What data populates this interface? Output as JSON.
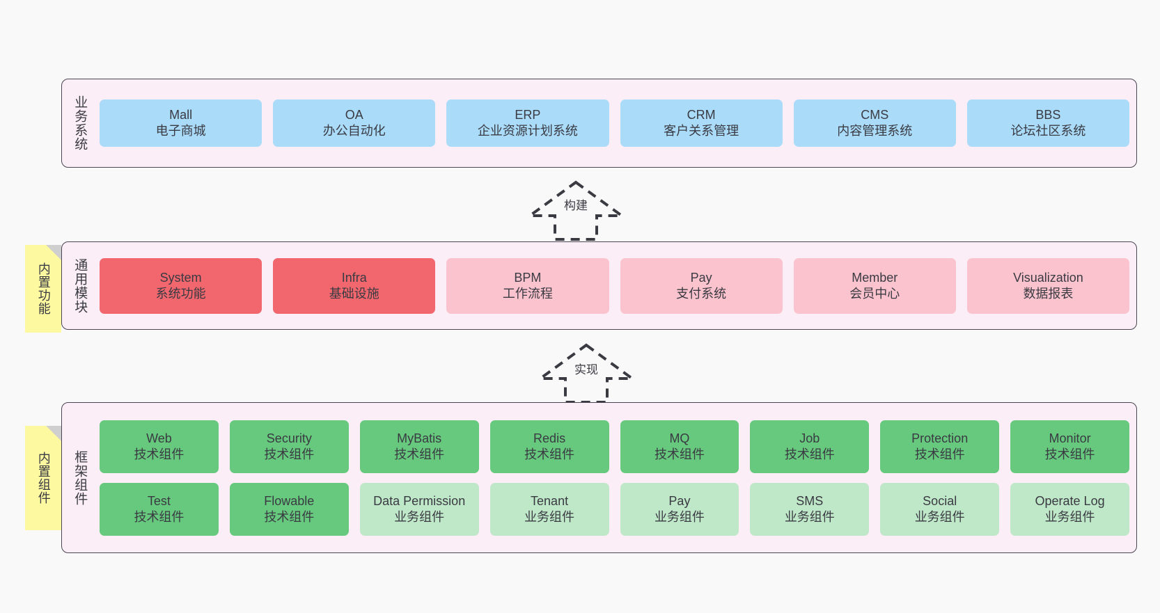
{
  "diagram": {
    "background_color": "#f9f9f9",
    "panel_color": "#fbeef6",
    "panel_border_color": "#4a4453",
    "note_color": "#fcf9a0",
    "colors": {
      "business": "#aadcfa",
      "module_core": "#f2666e",
      "module_optional": "#fbc3ce",
      "framework_tech": "#66c97e",
      "framework_biz": "#bfe8c8"
    }
  },
  "layers": {
    "business": {
      "title": "业务系统",
      "items": [
        {
          "en": "Mall",
          "cn": "电子商城"
        },
        {
          "en": "OA",
          "cn": "办公自动化"
        },
        {
          "en": "ERP",
          "cn": "企业资源计划系统"
        },
        {
          "en": "CRM",
          "cn": "客户关系管理"
        },
        {
          "en": "CMS",
          "cn": "内容管理系统"
        },
        {
          "en": "BBS",
          "cn": "论坛社区系统"
        }
      ]
    },
    "modules": {
      "title": "通用模块",
      "note": "内置功能",
      "items": [
        {
          "en": "System",
          "cn": "系统功能",
          "style": "core"
        },
        {
          "en": "Infra",
          "cn": "基础设施",
          "style": "core"
        },
        {
          "en": "BPM",
          "cn": "工作流程",
          "style": "optional"
        },
        {
          "en": "Pay",
          "cn": "支付系统",
          "style": "optional"
        },
        {
          "en": "Member",
          "cn": "会员中心",
          "style": "optional"
        },
        {
          "en": "Visualization",
          "cn": "数据报表",
          "style": "optional"
        }
      ]
    },
    "framework": {
      "title": "框架组件",
      "note": "内置组件",
      "row1": [
        {
          "en": "Web",
          "cn": "技术组件"
        },
        {
          "en": "Security",
          "cn": "技术组件"
        },
        {
          "en": "MyBatis",
          "cn": "技术组件"
        },
        {
          "en": "Redis",
          "cn": "技术组件"
        },
        {
          "en": "MQ",
          "cn": "技术组件"
        },
        {
          "en": "Job",
          "cn": "技术组件"
        },
        {
          "en": "Protection",
          "cn": "技术组件"
        },
        {
          "en": "Monitor",
          "cn": "技术组件"
        }
      ],
      "row2": [
        {
          "en": "Test",
          "cn": "技术组件",
          "style": "tech"
        },
        {
          "en": "Flowable",
          "cn": "技术组件",
          "style": "tech"
        },
        {
          "en": "Data Permission",
          "cn": "业务组件",
          "style": "biz"
        },
        {
          "en": "Tenant",
          "cn": "业务组件",
          "style": "biz"
        },
        {
          "en": "Pay",
          "cn": "业务组件",
          "style": "biz"
        },
        {
          "en": "SMS",
          "cn": "业务组件",
          "style": "biz"
        },
        {
          "en": "Social",
          "cn": "业务组件",
          "style": "biz"
        },
        {
          "en": "Operate Log",
          "cn": "业务组件",
          "style": "biz"
        }
      ]
    }
  },
  "connectors": {
    "build": {
      "label": "构建"
    },
    "implement": {
      "label": "实现"
    }
  }
}
